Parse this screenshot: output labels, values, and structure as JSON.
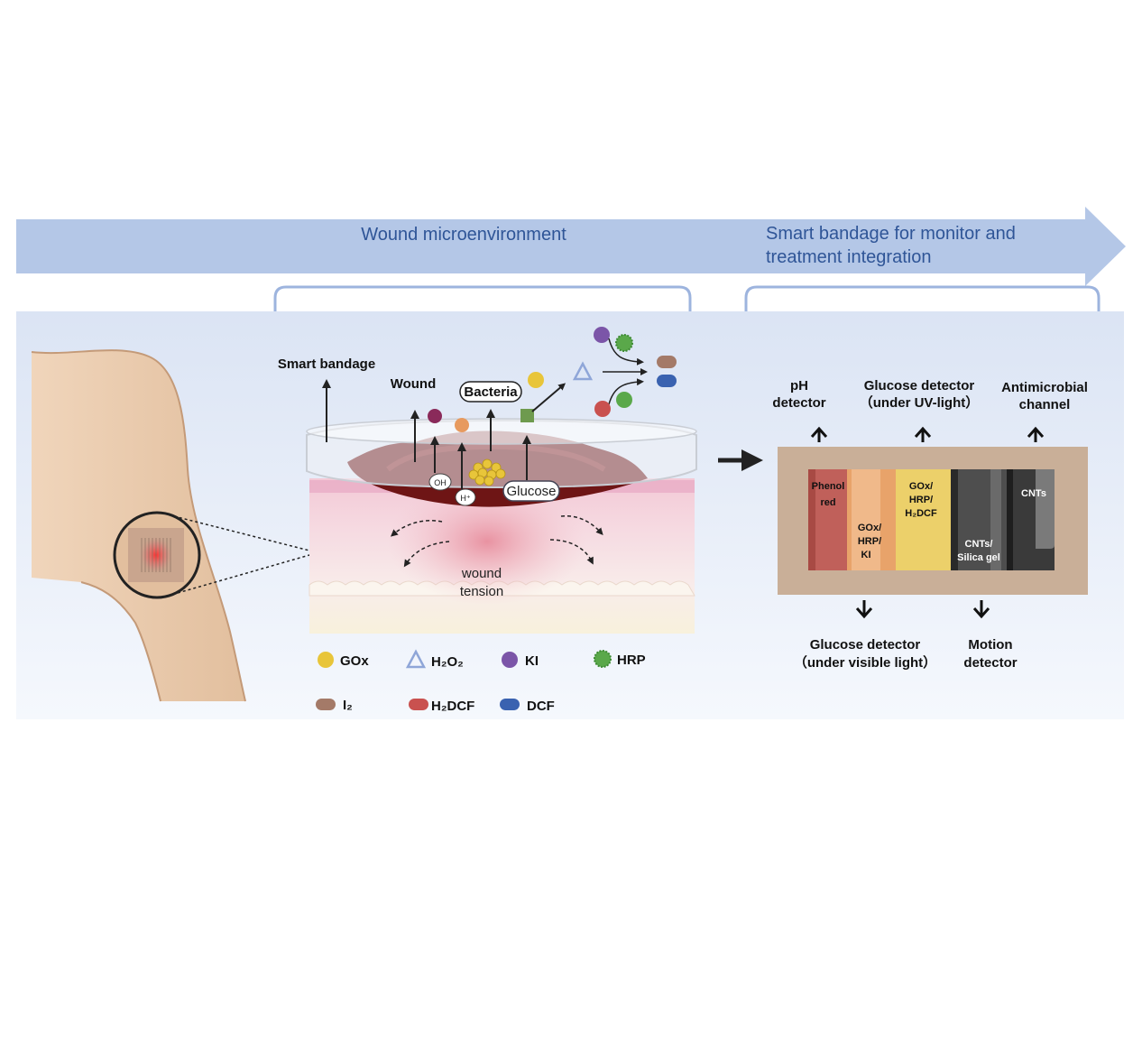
{
  "header": {
    "left_title": "Wound microenvironment",
    "right_title_line1": "Smart bandage for monitor and",
    "right_title_line2": "treatment integration"
  },
  "left_panel": {
    "smart_bandage": "Smart bandage",
    "wound": "Wound",
    "bacteria": "Bacteria",
    "oh": "OH",
    "h_plus": "H⁺",
    "glucose": "Glucose",
    "wound_tension_line1": "wound",
    "wound_tension_line2": "tension"
  },
  "legend": [
    {
      "key": "gox",
      "label": "GOx",
      "color": "#e8c53a",
      "shape": "circle"
    },
    {
      "key": "h2o2",
      "label": "H₂O₂",
      "color": "#8fa6d8",
      "shape": "triangle"
    },
    {
      "key": "ki",
      "label": "KI",
      "color": "#7b55a8",
      "shape": "circle"
    },
    {
      "key": "hrp",
      "label": "HRP",
      "color": "#5aa84a",
      "shape": "burst"
    },
    {
      "key": "i2",
      "label": "I₂",
      "color": "#a47a68",
      "shape": "pill"
    },
    {
      "key": "h2dcf",
      "label": "H₂DCF",
      "color": "#c9514f",
      "shape": "pill"
    },
    {
      "key": "dcf",
      "label": "DCF",
      "color": "#3a62b0",
      "shape": "pill"
    }
  ],
  "right_panel": {
    "ph_detector_line1": "pH",
    "ph_detector_line2": "detector",
    "glucose_uv_line1": "Glucose detector",
    "glucose_uv_line2": "（under UV-light）",
    "antimicrobial_line1": "Antimicrobial",
    "antimicrobial_line2": "channel",
    "glucose_visible_line1": "Glucose detector",
    "glucose_visible_line2": "（under visible light）",
    "motion_line1": "Motion",
    "motion_line2": "detector",
    "strips": {
      "phenol_line1": "Phenol",
      "phenol_line2": "red",
      "gox_ki_line1": "GOx/",
      "gox_ki_line2": "HRP/",
      "gox_ki_line3": "KI",
      "gox_dcf_line1": "GOx/",
      "gox_dcf_line2": "HRP/",
      "gox_dcf_line3": "H₂DCF",
      "cnts_silica_line1": "CNTs/",
      "cnts_silica_line2": "Silica gel",
      "cnts": "CNTs"
    }
  },
  "colors": {
    "banner": "#b4c7e7",
    "banner_text": "#2f5597",
    "panel_top": "#dde6f5",
    "skin": "#e8c8a8",
    "wound": "#7a1a1a",
    "bandage_frame": "#c9af98"
  }
}
